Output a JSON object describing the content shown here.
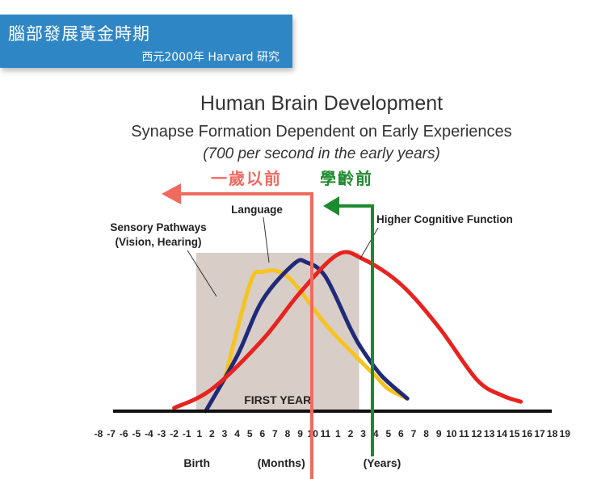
{
  "banner": {
    "title": "腦部發展黃金時期",
    "subtitle": "西元2000年 Harvard 研究"
  },
  "chart_data": {
    "type": "line",
    "title": "Human Brain Development",
    "subtitle": "Synapse Formation Dependent on Early Experiences",
    "note": "(700 per second in the early years)",
    "x_ticks": [
      "-8",
      "-7",
      "-6",
      "-5",
      "-4",
      "-3",
      "-2",
      "-1",
      "1",
      "2",
      "3",
      "4",
      "5",
      "6",
      "7",
      "8",
      "9",
      "10",
      "11",
      "1",
      "2",
      "3",
      "4",
      "5",
      "6",
      "7",
      "8",
      "9",
      "10",
      "11",
      "12",
      "13",
      "14",
      "15",
      "16",
      "17",
      "18",
      "19"
    ],
    "axis_labels": {
      "birth": "Birth",
      "months": "(Months)",
      "years": "(Years)"
    },
    "first_year_label": "FIRST YEAR",
    "shaded_range": {
      "from_tick": 8,
      "to_tick": 21
    },
    "series": [
      {
        "name": "Sensory Pathways (Vision, Hearing)",
        "label_lines": [
          "Sensory Pathways",
          "(Vision, Hearing)"
        ],
        "color": "#f5c421",
        "points": [
          [
            10,
            0.2
          ],
          [
            12,
            0.8
          ],
          [
            13,
            0.88
          ],
          [
            15,
            0.85
          ],
          [
            18,
            0.55
          ],
          [
            20,
            0.38
          ],
          [
            22,
            0.22
          ],
          [
            23,
            0.14
          ],
          [
            24.5,
            0.08
          ]
        ]
      },
      {
        "name": "Language",
        "label_lines": [
          "Language"
        ],
        "color": "#1f2a78",
        "points": [
          [
            8.5,
            0.0
          ],
          [
            11,
            0.35
          ],
          [
            13,
            0.7
          ],
          [
            15.5,
            0.93
          ],
          [
            16.5,
            0.94
          ],
          [
            18,
            0.85
          ],
          [
            20,
            0.52
          ],
          [
            21,
            0.38
          ],
          [
            22.5,
            0.22
          ],
          [
            24.5,
            0.08
          ]
        ]
      },
      {
        "name": "Higher Cognitive Function",
        "label_lines": [
          "Higher Cognitive Function"
        ],
        "color": "#e8231f",
        "points": [
          [
            6,
            0.02
          ],
          [
            9,
            0.14
          ],
          [
            13,
            0.45
          ],
          [
            16,
            0.75
          ],
          [
            19,
            0.99
          ],
          [
            21,
            0.96
          ],
          [
            24,
            0.8
          ],
          [
            27,
            0.53
          ],
          [
            30,
            0.2
          ],
          [
            32,
            0.1
          ],
          [
            33.5,
            0.06
          ]
        ]
      }
    ],
    "annotations": {
      "before_one": {
        "text": "一歲以前",
        "color": "#f06a60"
      },
      "preschool": {
        "text": "學齡前",
        "color": "#1e8a2e"
      }
    }
  }
}
